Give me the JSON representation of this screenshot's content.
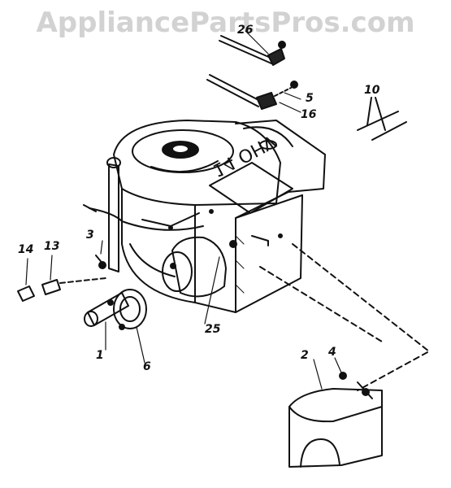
{
  "watermark": "AppliancePartsPros.com",
  "engine_label": "14 OHV",
  "callouts": {
    "c1": "1",
    "c2": "2",
    "c3": "3",
    "c4": "4",
    "c5": "5",
    "c6": "6",
    "c10": "10",
    "c13": "13",
    "c14": "14",
    "c16": "16",
    "c25": "25",
    "c26": "26"
  }
}
